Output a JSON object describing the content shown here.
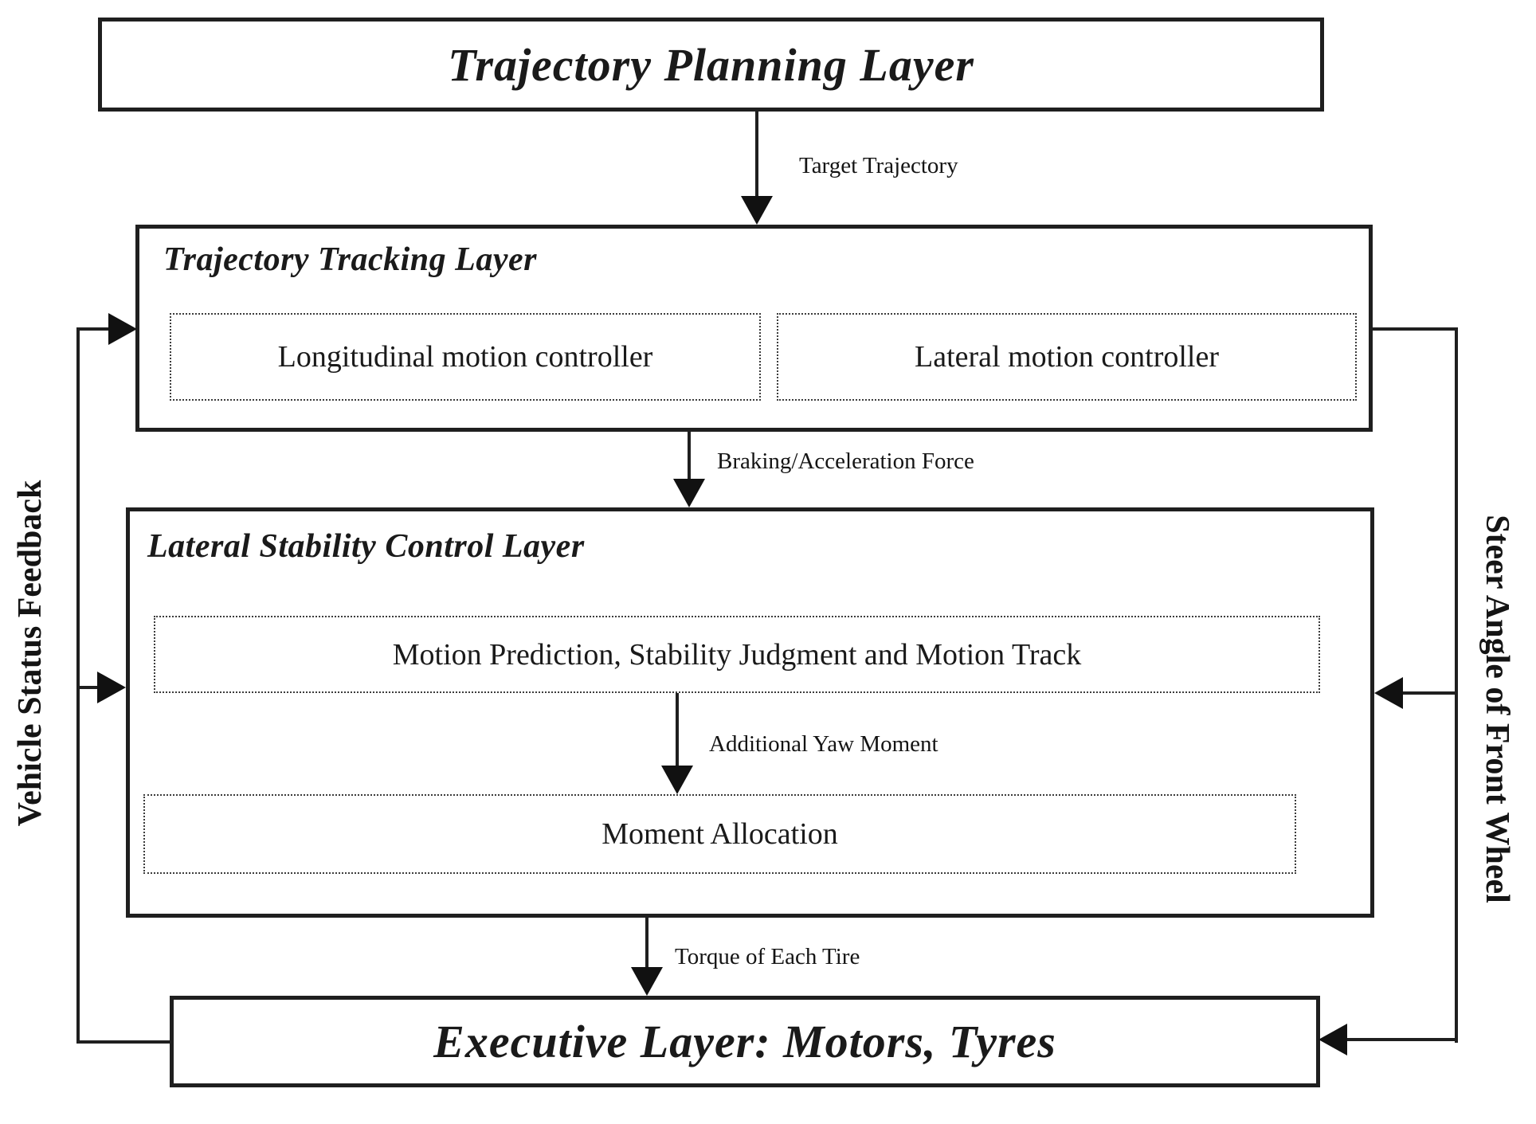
{
  "layers": {
    "planning": {
      "title": "Trajectory Planning Layer"
    },
    "tracking": {
      "title": "Trajectory Tracking Layer",
      "longitudinal": "Longitudinal motion controller",
      "lateral": "Lateral motion controller"
    },
    "stability": {
      "title": "Lateral Stability Control Layer",
      "prediction": "Motion Prediction, Stability Judgment and  Motion Track",
      "allocation": "Moment Allocation"
    },
    "executive": {
      "title": "Executive Layer: Motors, Tyres"
    }
  },
  "flows": {
    "target_trajectory": "Target Trajectory",
    "braking_force": "Braking/Acceleration Force",
    "yaw_moment": "Additional Yaw Moment",
    "torque": "Torque of Each Tire"
  },
  "feedback": {
    "left": "Vehicle Status Feedback",
    "right": "Steer Angle of Front Wheel"
  },
  "colors": {
    "line": "#1f1f1f",
    "background": "#ffffff"
  }
}
